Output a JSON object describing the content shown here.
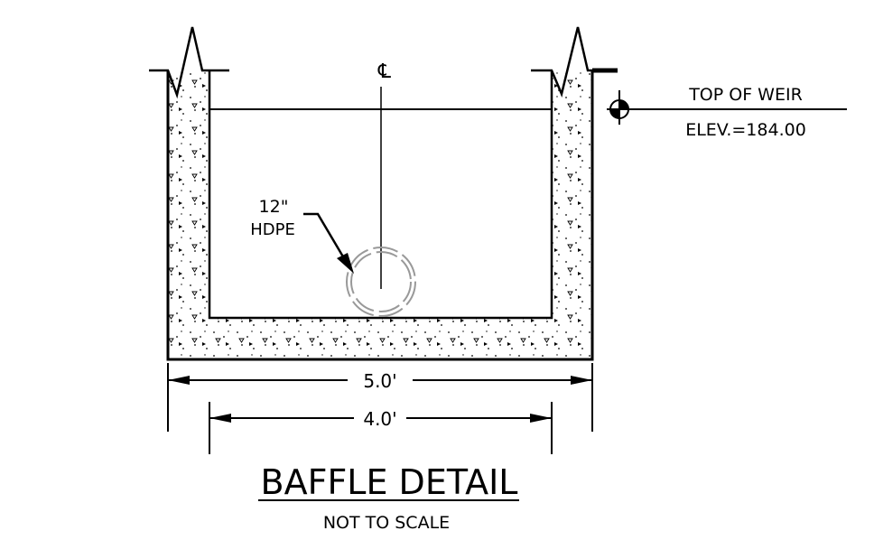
{
  "labels": {
    "centerline": "℄",
    "weir_title": "TOP OF WEIR",
    "weir_elev": "ELEV.=184.00",
    "pipe_size": "12\"",
    "pipe_material": "HDPE",
    "outer_width": "5.0'",
    "inner_width": "4.0'",
    "title": "BAFFLE DETAIL",
    "subtitle": "NOT TO SCALE"
  }
}
